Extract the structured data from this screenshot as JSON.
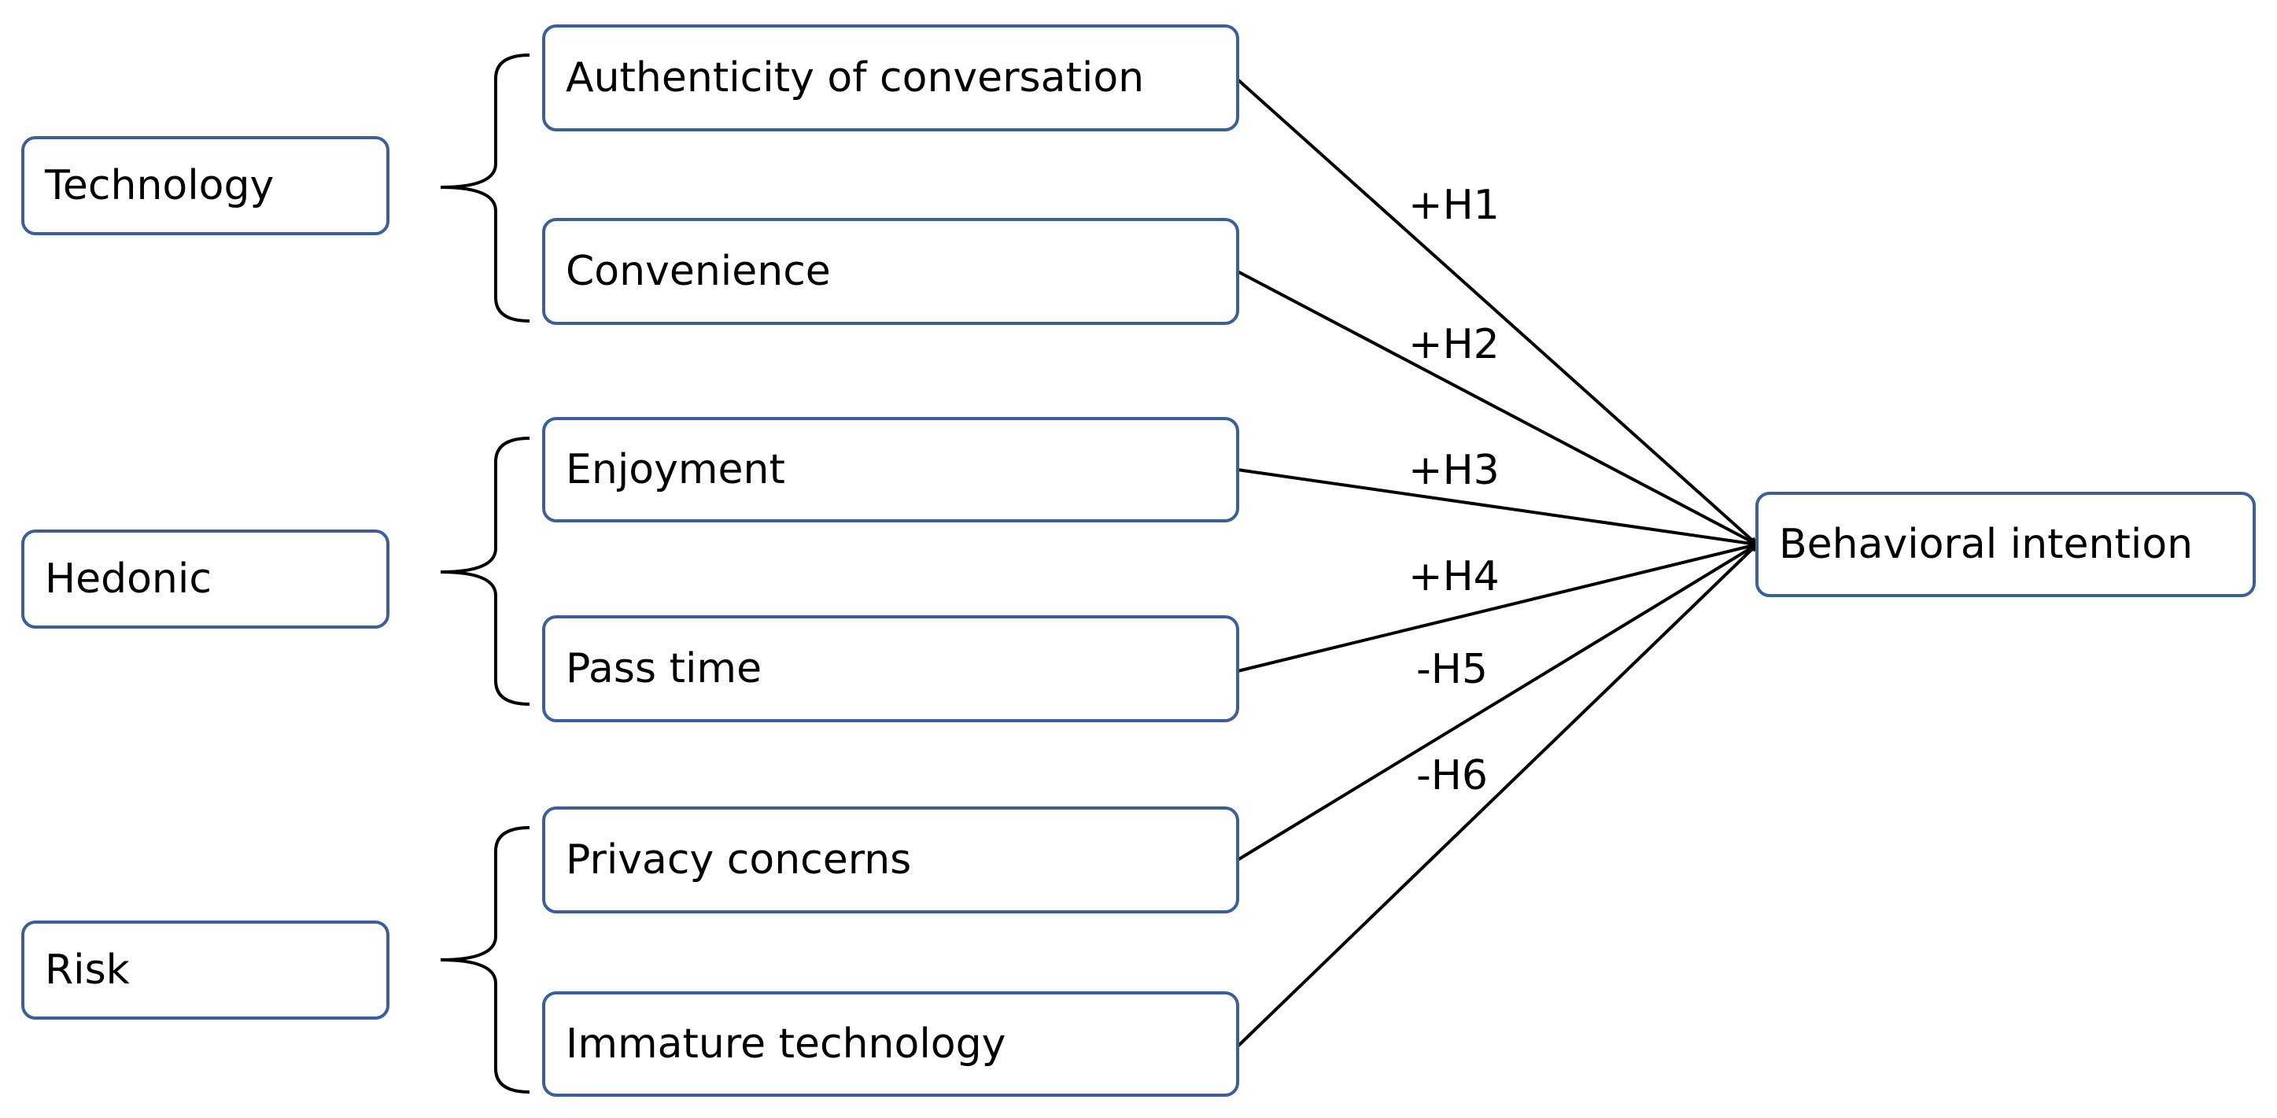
{
  "groups": [
    {
      "label": "Technology"
    },
    {
      "label": "Hedonic"
    },
    {
      "label": "Risk"
    }
  ],
  "factors": [
    {
      "label": "Authenticity of conversation"
    },
    {
      "label": "Convenience"
    },
    {
      "label": "Enjoyment"
    },
    {
      "label": "Pass time"
    },
    {
      "label": "Privacy concerns"
    },
    {
      "label": "Immature technology"
    }
  ],
  "outcome": {
    "label": "Behavioral intention"
  },
  "hypotheses": [
    {
      "label": "+H1"
    },
    {
      "label": "+H2"
    },
    {
      "label": "+H3"
    },
    {
      "label": "+H4"
    },
    {
      "label": "-H5"
    },
    {
      "label": "-H6"
    }
  ],
  "colors": {
    "box_border": "#3c5f9c",
    "line": "#000000"
  }
}
